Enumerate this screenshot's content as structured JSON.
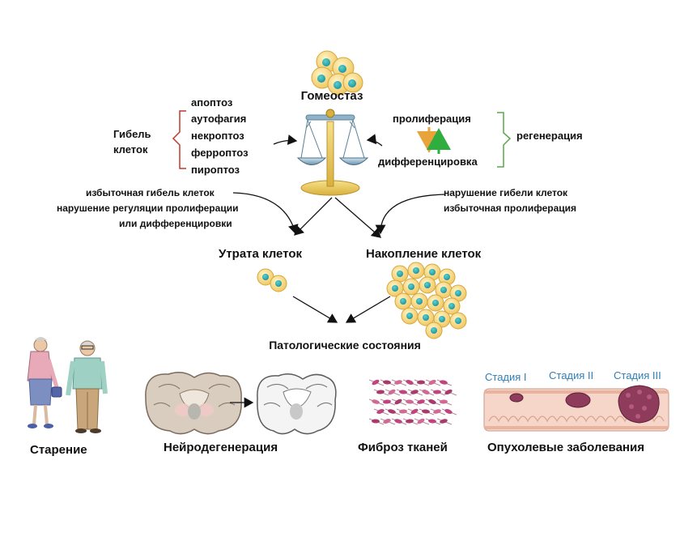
{
  "homeostasis": "Гомеостаз",
  "cell_death": {
    "label_line1": "Гибель",
    "label_line2": "клеток",
    "items": [
      "апоптоз",
      "аутофагия",
      "некроптоз",
      "ферроптоз",
      "пироптоз"
    ]
  },
  "regeneration": {
    "label": "регенерация",
    "proliferation": "пролиферация",
    "differentiation": "дифференцировка"
  },
  "left_causes": [
    "избыточная гибель клеток",
    "нарушение регуляции пролиферации",
    "или дифференцировки"
  ],
  "right_causes": [
    "нарушение гибели клеток",
    "избыточная пролиферация"
  ],
  "cell_loss": "Утрата клеток",
  "cell_accumulation": "Накопление клеток",
  "pathological_states": "Патологические состояния",
  "outcomes": {
    "aging": "Старение",
    "neurodegeneration": "Нейродегенерация",
    "fibrosis": "Фиброз тканей",
    "tumors": "Опухолевые заболевания"
  },
  "stages": [
    "Стадия I",
    "Стадия II",
    "Стадия III"
  ],
  "colors": {
    "cell_body": "#f3d27a",
    "cell_nucleus": "#2aa6a8",
    "bracket_red": "#c0392b",
    "bracket_green": "#5aa84a",
    "arrow_orange": "#e8a33a",
    "arrow_green": "#2fae3f",
    "stage_blue": "#2f7fb8",
    "tumor": "#8e3b5c"
  }
}
